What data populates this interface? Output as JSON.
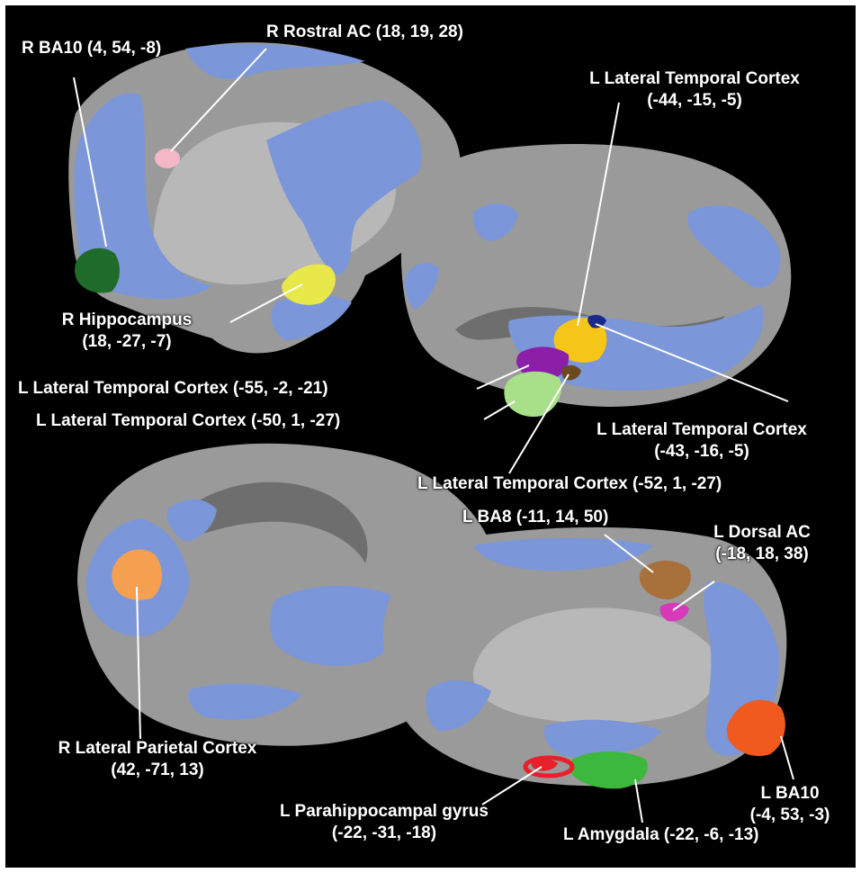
{
  "colors": {
    "background": "#000000",
    "cortex": "#9a9a9a",
    "sulcus": "#6e6e6e",
    "medial_wall": "#b8b8b8",
    "network": "#7b96d9",
    "label_text": "#ffffff",
    "leader_line": "#ffffff"
  },
  "regions": [
    {
      "id": "r-ba10",
      "line1": "R BA10 (4, 54, -8)",
      "color": "#1f6b2a"
    },
    {
      "id": "r-rostral-ac",
      "line1": "R Rostral AC (18, 19, 28)",
      "color": "#f2b8c6"
    },
    {
      "id": "l-ltc-top",
      "line1": "L Lateral Temporal Cortex",
      "line2": "(-44, -15, -5)",
      "color": "#f5c518"
    },
    {
      "id": "r-hippocampus",
      "line1": "R Hippocampus",
      "line2": "(18, -27, -7)",
      "color": "#e8e84a"
    },
    {
      "id": "l-ltc-55",
      "line1": "L Lateral Temporal Cortex (-55, -2, -21)",
      "color": "#8b1fa8"
    },
    {
      "id": "l-ltc-50",
      "line1": "L Lateral Temporal Cortex (-50, 1, -27)",
      "color": "#a8e08a"
    },
    {
      "id": "l-ltc-43",
      "line1": "L Lateral Temporal Cortex",
      "line2": "(-43, -16, -5)",
      "color": "#1a2a8a"
    },
    {
      "id": "l-ltc-52",
      "line1": "L Lateral Temporal Cortex (-52, 1, -27)",
      "color": "#6b4a1f"
    },
    {
      "id": "l-ba8",
      "line1": "L BA8 (-11, 14, 50)",
      "color": "#a8703a"
    },
    {
      "id": "l-dorsal-ac",
      "line1": "L Dorsal AC",
      "line2": "(-18, 18, 38)",
      "color": "#d63ab8"
    },
    {
      "id": "r-lpc",
      "line1": "R Lateral Parietal Cortex",
      "line2": "(42, -71, 13)",
      "color": "#f5a050"
    },
    {
      "id": "l-ba10",
      "line1": "L BA10",
      "line2": "(-4, 53, -3)",
      "color": "#f05a1e"
    },
    {
      "id": "l-parahippocampal",
      "line1": "L Parahippocampal gyrus",
      "line2": "(-22, -31, -18)",
      "color": "#e8202a"
    },
    {
      "id": "l-amygdala",
      "line1": "L Amygdala (-22, -6, -13)",
      "color": "#3cb83c"
    }
  ]
}
